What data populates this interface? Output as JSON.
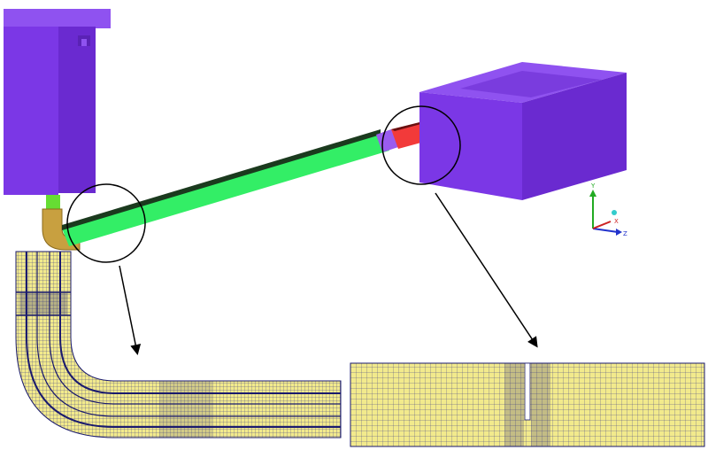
{
  "colors": {
    "tank_face": "#7b37e6",
    "tank_side": "#6a2ad0",
    "tank_top": "#8f52f0",
    "pipe_green": "#33ee66",
    "pipe_dark_edge": "#1b3a1e",
    "pipe_red": "#f23a3a",
    "elbow_gold": "#c8a040",
    "inlet_green": "#66dd33",
    "mesh_fill": "#f2ea8c",
    "mesh_line": "#1a1a6e",
    "callout_line": "#000000"
  },
  "axis_triad": {
    "y_label": "Y",
    "x_label": "X",
    "z_label": "Z",
    "y_color": "#22aa22",
    "x_color": "#cc2222",
    "z_color": "#2233cc"
  },
  "icons": {
    "left_callout": "zoom-circle-icon",
    "right_callout": "zoom-circle-icon",
    "arrows": "arrow-down-icon"
  }
}
